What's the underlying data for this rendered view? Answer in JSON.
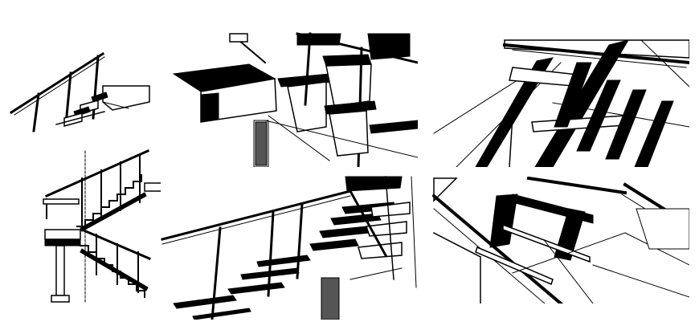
{
  "sheet": {
    "background": "#ffffff",
    "ink": "#000000"
  },
  "views": [
    {
      "id": "stair-side-elevation-top",
      "content": "stair-railing-elevation"
    },
    {
      "id": "stair-perspective-underside",
      "content": "stair-landing-perspective"
    },
    {
      "id": "stair-structure-plan-top",
      "content": "stringer-framing-perspective"
    },
    {
      "id": "stair-section-elevation",
      "content": "two-flight-stair-section"
    },
    {
      "id": "stair-perspective-railing",
      "content": "open-tread-stair-perspective"
    },
    {
      "id": "stair-structure-plan-bottom",
      "content": "steel-frame-perspective"
    }
  ]
}
